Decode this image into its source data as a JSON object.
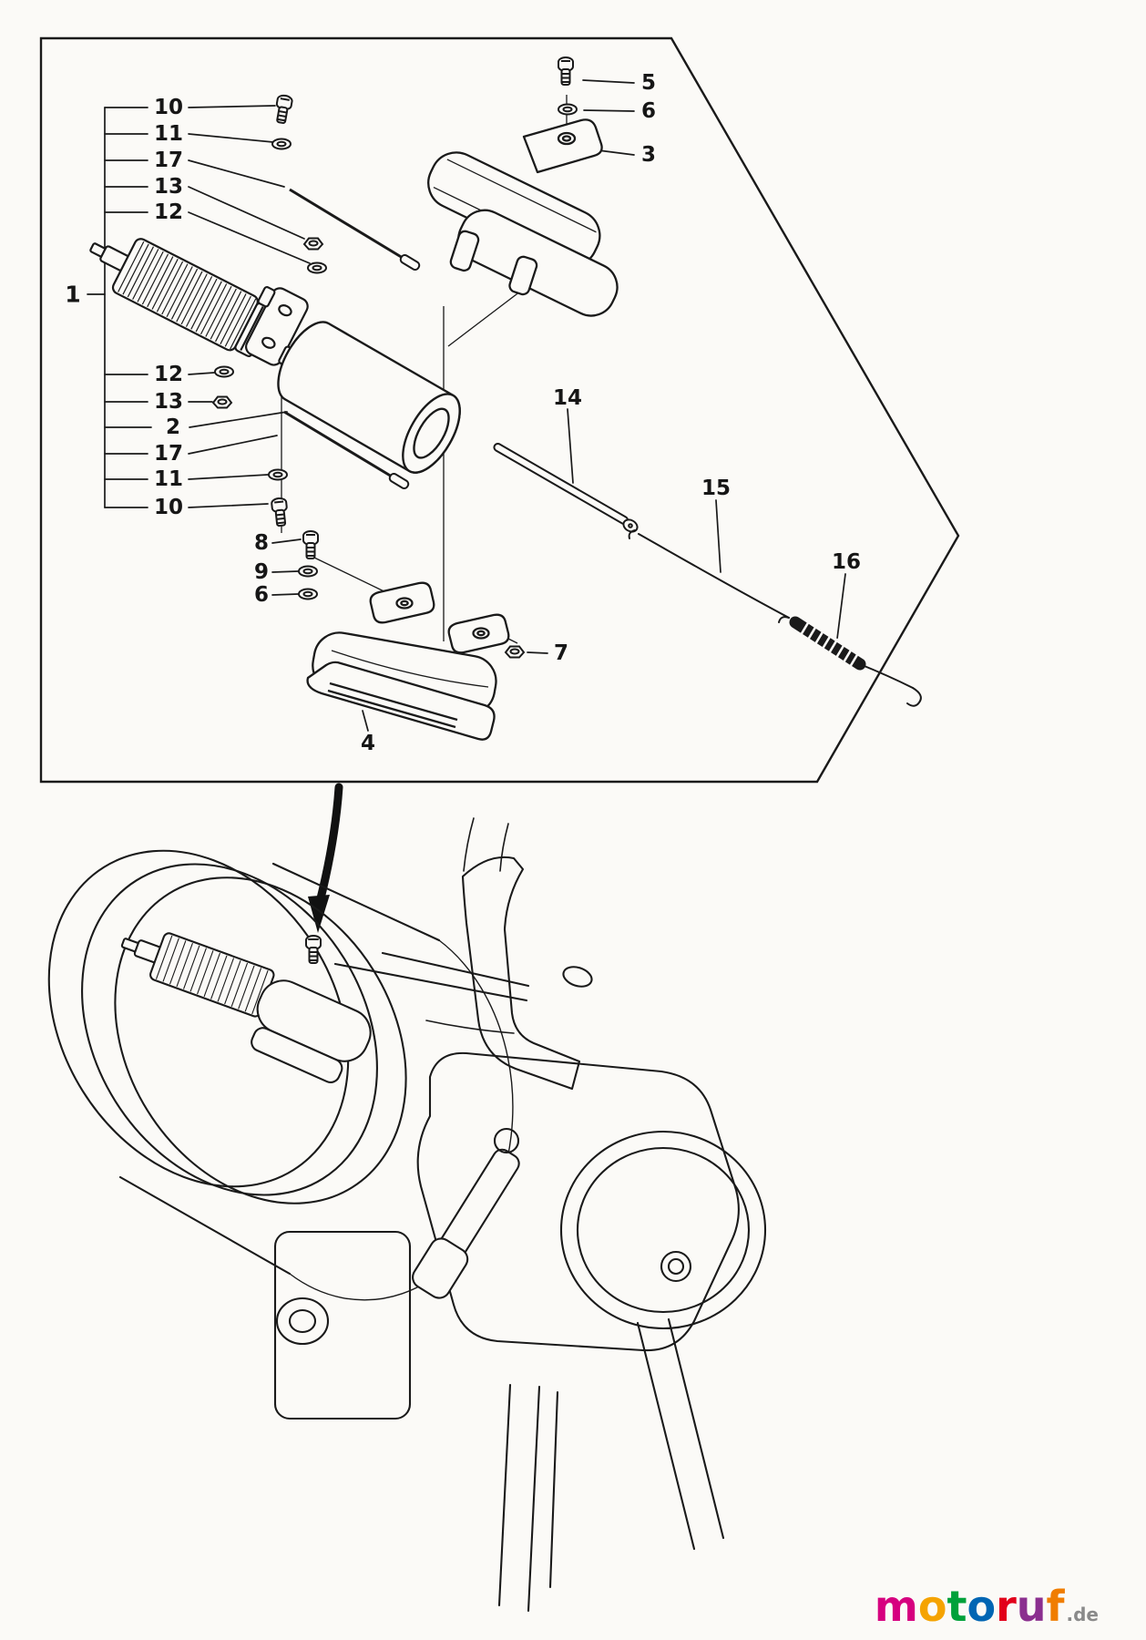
{
  "figure": {
    "callouts": [
      {
        "label": "10"
      },
      {
        "label": "11"
      },
      {
        "label": "17"
      },
      {
        "label": "13"
      },
      {
        "label": "12"
      },
      {
        "label": "1"
      },
      {
        "label": "12"
      },
      {
        "label": "13"
      },
      {
        "label": "2"
      },
      {
        "label": "17"
      },
      {
        "label": "11"
      },
      {
        "label": "10"
      },
      {
        "label": "8"
      },
      {
        "label": "9"
      },
      {
        "label": "6"
      },
      {
        "label": "5"
      },
      {
        "label": "6"
      },
      {
        "label": "3"
      },
      {
        "label": "14"
      },
      {
        "label": "15"
      },
      {
        "label": "16"
      },
      {
        "label": "7"
      },
      {
        "label": "4"
      }
    ],
    "ink_color": "#1a1a1a",
    "paper_color": "#fbfaf7"
  },
  "watermark": {
    "letters": [
      {
        "char": "m",
        "color": "#d6007f"
      },
      {
        "char": "o",
        "color": "#f5a300"
      },
      {
        "char": "t",
        "color": "#00a13a"
      },
      {
        "char": "o",
        "color": "#0065b3"
      },
      {
        "char": "r",
        "color": "#e2001a"
      },
      {
        "char": "u",
        "color": "#8b2f8f"
      },
      {
        "char": "f",
        "color": "#f07d00"
      }
    ],
    "suffix": ".de",
    "suffix_color": "#8a8a8a"
  }
}
